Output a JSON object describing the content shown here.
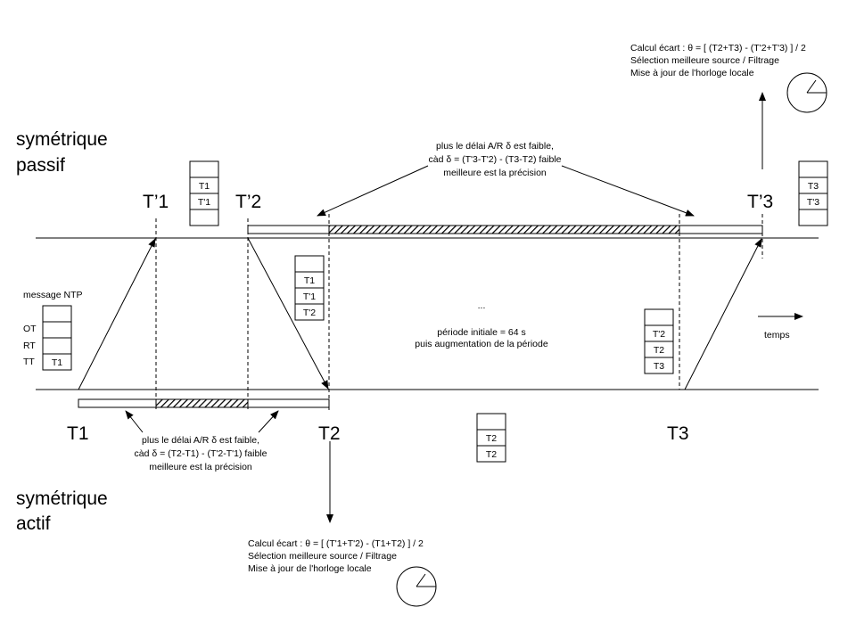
{
  "labels": {
    "passif": [
      "symétrique",
      "passif"
    ],
    "actif": [
      "symétrique",
      "actif"
    ],
    "t_prime_1": "T’1",
    "t_prime_2": "T’2",
    "t_prime_3": "T’3",
    "t1": "T1",
    "t2": "T2",
    "t3": "T3",
    "temps": "temps",
    "message_ntp": "message NTP",
    "fields": [
      "OT",
      "RT",
      "TT"
    ]
  },
  "top_calc": [
    "Calcul écart : θ = [ (T2+T3) - (T'2+T'3) ] / 2",
    "Sélection meilleure source / Filtrage",
    "Mise à jour de l'horloge locale"
  ],
  "bottom_calc": [
    "Calcul écart : θ = [ (T'1+T'2) - (T1+T2) ] / 2",
    "Sélection meilleure source / Filtrage",
    "Mise à jour de l'horloge locale"
  ],
  "top_note": [
    "plus le délai A/R δ est faible,",
    "càd δ = (T'3-T'2) - (T3-T2) faible",
    "meilleure est la précision"
  ],
  "bottom_note": [
    "plus le délai A/R δ est faible,",
    "càd δ = (T2-T1) - (T'2-T'1) faible",
    "meilleure est la précision"
  ],
  "middle": [
    "...",
    "période initiale = 64 s",
    "puis augmentation de la période"
  ],
  "boxes": {
    "msg": [
      "",
      "",
      "",
      "T1"
    ],
    "tp1": [
      "",
      "T1",
      "T'1",
      ""
    ],
    "tp2": [
      "",
      "T1",
      "T'1",
      "T'2"
    ],
    "t2": [
      "",
      "T2",
      "T2"
    ],
    "t3": [
      "",
      "T'2",
      "T2",
      "T3"
    ],
    "tp3": [
      "",
      "T3",
      "T'3",
      ""
    ]
  }
}
